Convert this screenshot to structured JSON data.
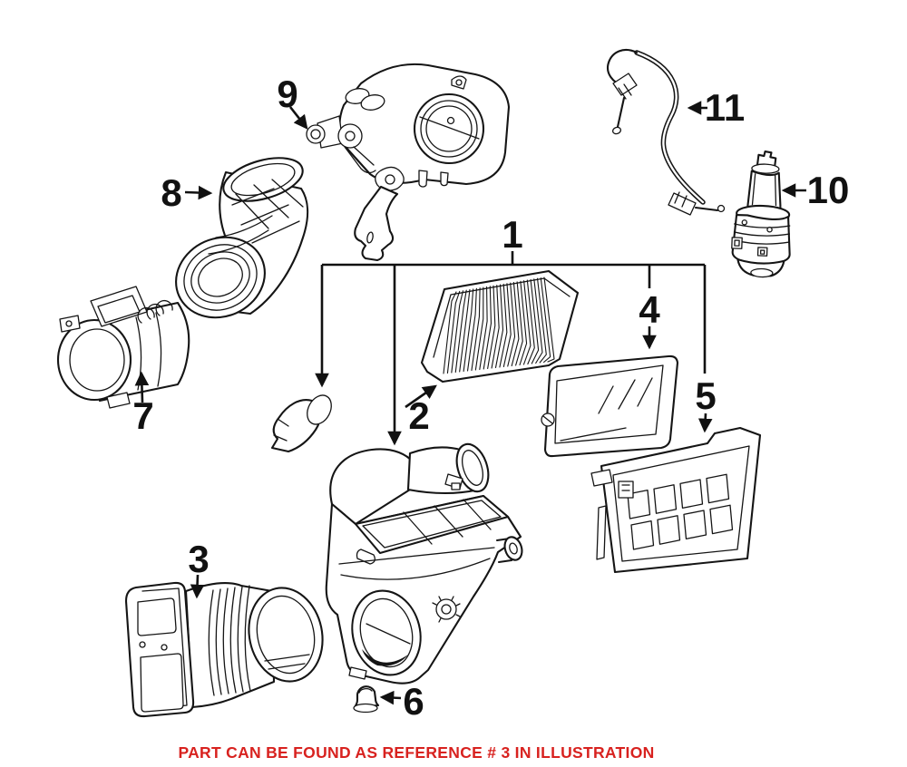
{
  "figure": {
    "background": "#ffffff",
    "ink": "#151515"
  },
  "callouts": [
    {
      "label": "1"
    },
    {
      "label": "2"
    },
    {
      "label": "3"
    },
    {
      "label": "4"
    },
    {
      "label": "5"
    },
    {
      "label": "6"
    },
    {
      "label": "7"
    },
    {
      "label": "8"
    },
    {
      "label": "9"
    },
    {
      "label": "10"
    },
    {
      "label": "11"
    }
  ],
  "caption": {
    "text": "PART CAN BE FOUND AS REFERENCE # 3 IN ILLUSTRATION",
    "color": "#d8221f"
  }
}
